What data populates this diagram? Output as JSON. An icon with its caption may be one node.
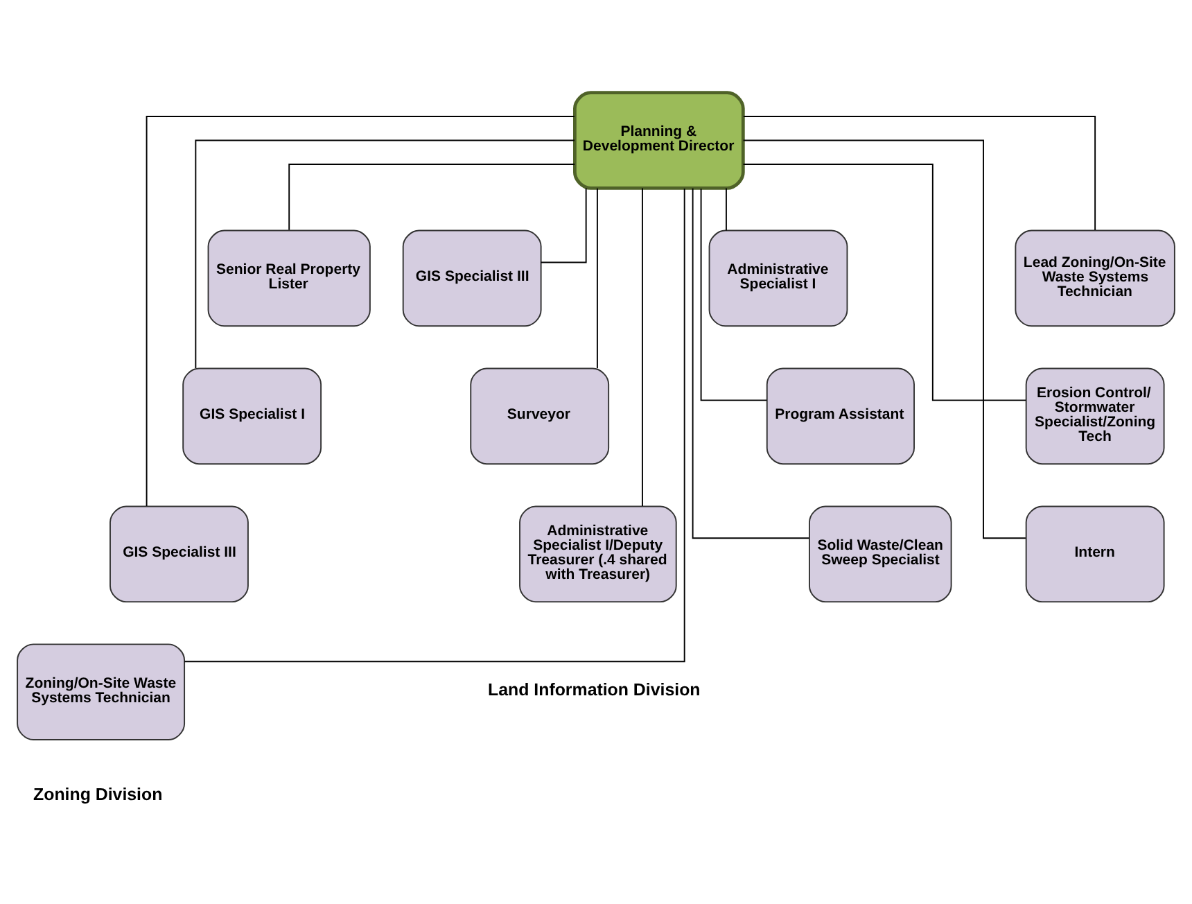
{
  "diagram": {
    "nodes": [
      {
        "text": [
          "Planning & Development Director"
        ]
      },
      {
        "text": [
          "Senior Real Property Lister"
        ]
      },
      {
        "text": [
          "GIS Specialist III"
        ]
      },
      {
        "text": [
          "GIS Specialist I"
        ]
      },
      {
        "text": [
          "Surveyor"
        ]
      },
      {
        "text": [
          "GIS Specialist III"
        ]
      },
      {
        "text": [
          "Administrative Specialist I/Deputy Treasurer (.4 shared with Treasurer)"
        ]
      },
      {
        "text": [
          "Administrative Specialist I"
        ]
      },
      {
        "text": [
          "Lead Zoning/On-Site Waste Systems Technician"
        ]
      },
      {
        "text": [
          "Program Assistant"
        ]
      },
      {
        "text": [
          "Erosion Control/ Stormwater Specialist/Zoning Tech"
        ]
      },
      {
        "text": [
          "Solid Waste/Clean Sweep Specialist"
        ]
      },
      {
        "text": [
          "Intern"
        ]
      },
      {
        "text": [
          "Zoning/On-Site Waste Systems Technician"
        ]
      }
    ],
    "edges": [
      {
        "from": 0,
        "to": 1,
        "arrow": "none"
      },
      {
        "from": 0,
        "to": 2,
        "arrow": "none"
      },
      {
        "from": 0,
        "to": 3,
        "arrow": "none"
      },
      {
        "from": 0,
        "to": 4,
        "arrow": "none"
      },
      {
        "from": 0,
        "to": 5,
        "arrow": "none"
      },
      {
        "from": 0,
        "to": 6,
        "arrow": "none"
      },
      {
        "from": 0,
        "to": 7,
        "arrow": "none"
      },
      {
        "from": 0,
        "to": 8,
        "arrow": "none"
      },
      {
        "from": 0,
        "to": 9,
        "arrow": "none"
      },
      {
        "from": 0,
        "to": 10,
        "arrow": "none"
      },
      {
        "from": 0,
        "to": 11,
        "arrow": "none"
      },
      {
        "from": 0,
        "to": 12,
        "arrow": "none"
      },
      {
        "from": 0,
        "to": 13,
        "arrow": "none"
      }
    ],
    "labels": [
      "Land Information Division",
      "Zoning Division"
    ]
  }
}
